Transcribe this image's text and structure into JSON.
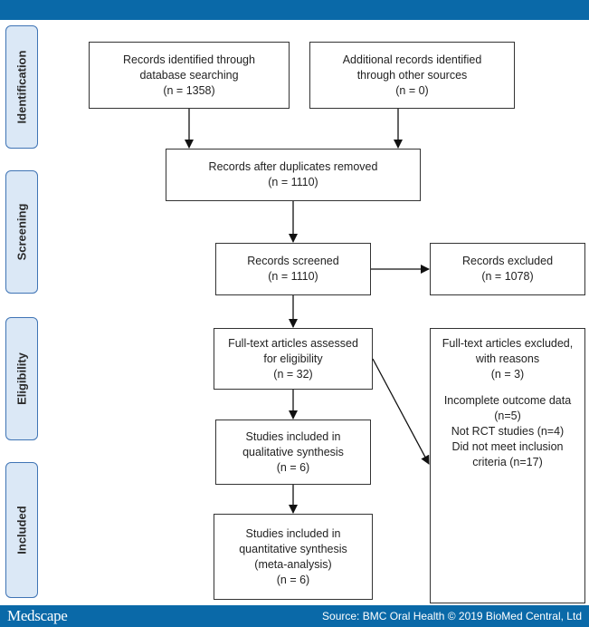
{
  "stages": [
    {
      "id": "identification",
      "label": "Identification"
    },
    {
      "id": "screening",
      "label": "Screening"
    },
    {
      "id": "eligibility",
      "label": "Eligibility"
    },
    {
      "id": "included",
      "label": "Included"
    }
  ],
  "boxes": {
    "db_search": [
      "Records identified through",
      "database searching",
      "(n = 1358)"
    ],
    "other_sources": [
      "Additional records identified",
      "through other sources",
      "(n = 0)"
    ],
    "duplicates_removed": [
      "Records after duplicates removed",
      "(n = 1110)"
    ],
    "screened": [
      "Records screened",
      "(n = 1110)"
    ],
    "excluded": [
      "Records excluded",
      "(n = 1078)"
    ],
    "full_text": [
      "Full-text articles assessed",
      "for eligibility",
      "(n = 32)"
    ],
    "full_text_excluded": [
      "Full-text articles excluded,",
      "with reasons",
      "(n = 3)"
    ],
    "exclusion_reasons": [
      "Incomplete outcome data",
      "(n=5)",
      "Not RCT studies (n=4)",
      "Did not meet inclusion",
      "criteria (n=17)"
    ],
    "qualitative": [
      "Studies included in",
      "qualitative synthesis",
      "(n = 6)"
    ],
    "quantitative": [
      "Studies included in",
      "quantitative synthesis",
      "(meta-analysis)",
      "(n = 6)"
    ]
  },
  "footer": {
    "logo": "Medscape",
    "source": "Source: BMC Oral Health © 2019 BioMed Central, Ltd"
  },
  "colors": {
    "brand_bar": "#0a69a8",
    "stage_fill": "#dbe8f6",
    "stage_border": "#3f74b5"
  }
}
